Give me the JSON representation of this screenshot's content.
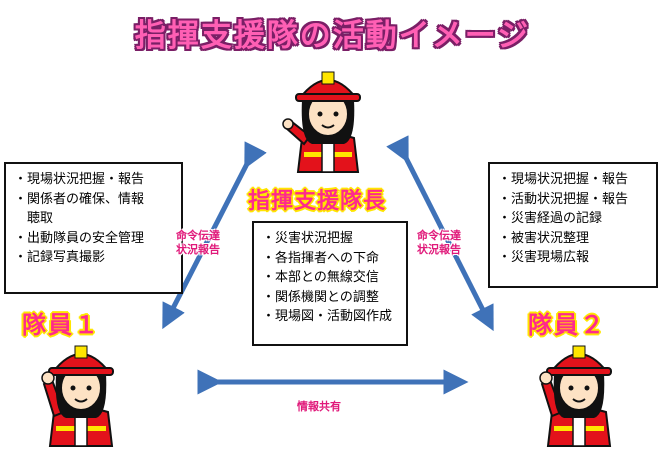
{
  "title": "指揮支援隊の活動イメージ",
  "leader": {
    "name": "指揮支援隊長",
    "duties": [
      "・災害状況把握",
      "・各指揮者への下命",
      "・本部との無線交信",
      "・関係機関との調整",
      "・現場図・活動図作成"
    ]
  },
  "member1": {
    "name": "隊員１",
    "duties": [
      "・現場状況把握・報告",
      "・関係者の確保、情報",
      "　聴取",
      "・出動隊員の安全管理",
      "・記録写真撮影"
    ]
  },
  "member2": {
    "name": "隊員２",
    "duties": [
      "・現場状況把握・報告",
      "・活動状況把握・報告",
      "・災害経過の記録",
      "・被害状況整理",
      "・災害現場広報"
    ]
  },
  "arrows": {
    "left_line1": "命令伝達",
    "left_line2": "状況報告",
    "right_line1": "命令伝達",
    "right_line2": "状況報告",
    "bottom": "情報共有"
  },
  "colors": {
    "arrow": "#3f72b8",
    "title": "#ff5fb4",
    "role_text": "#ff2a8c",
    "role_outline": "#ffe600",
    "helmet": "#e3121b"
  }
}
